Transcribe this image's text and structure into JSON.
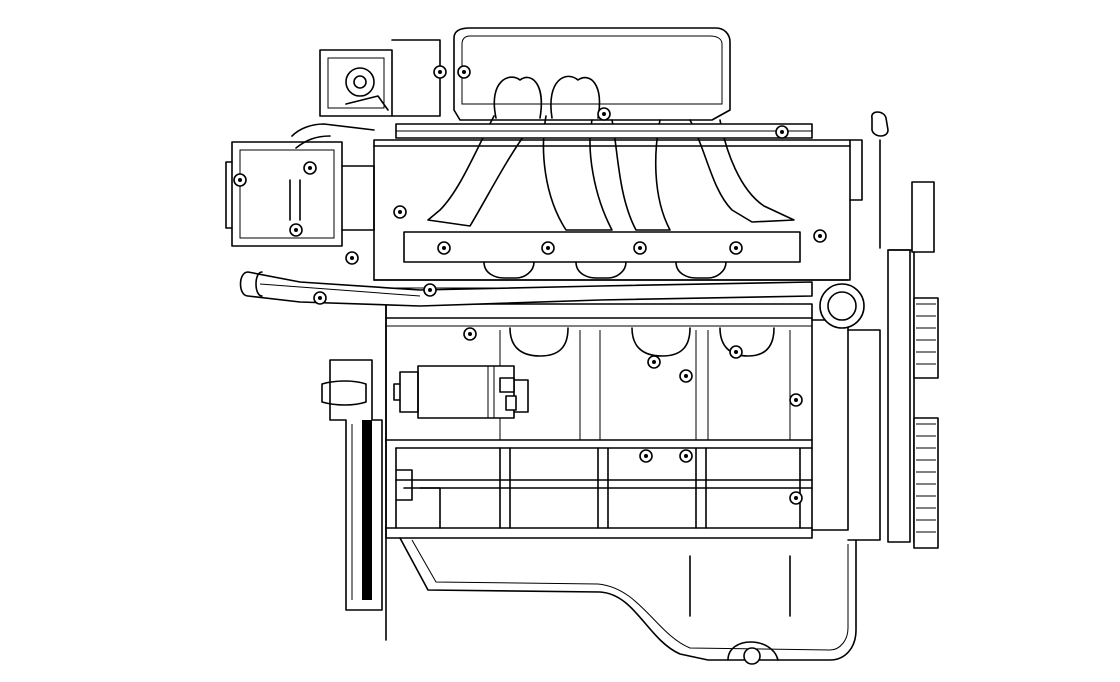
{
  "diagram": {
    "subject": "engine-side-view",
    "colors": {
      "line": "#000000",
      "background": "#ffffff"
    },
    "bolt_count": 24,
    "crankcase_fins": 10
  }
}
